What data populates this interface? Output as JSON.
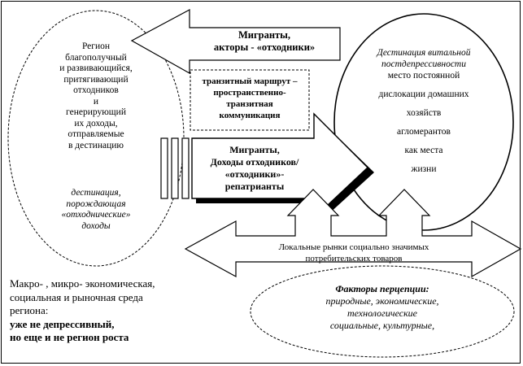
{
  "left_region": {
    "lines": [
      "Регион",
      "благополучный",
      "и развивающийся,",
      "притягивающий",
      "отходников",
      "и",
      "генерирующий",
      "их доходы,",
      "отправляемые",
      "в дестинацию"
    ],
    "italic_lines": [
      "дестинация,",
      "порождающая",
      "«отходнические»",
      "доходы"
    ]
  },
  "right_destination": {
    "italic_lines": [
      "Дестинация витальной",
      "постдепрессивности"
    ],
    "lines": [
      "место постоянной",
      "дислокации домашних",
      "хозяйств",
      "агломерантов",
      "как места",
      "жизни"
    ]
  },
  "top_arrow": {
    "lines": [
      "Мигранты,",
      "акторы - «отходники»"
    ]
  },
  "middle_box": {
    "lines": [
      "транзитный маршрут –",
      "пространственно-",
      "транзитная",
      "коммуникация"
    ]
  },
  "big_arrow": {
    "lines": [
      "Мигранты,",
      "Доходы отходников/",
      "«отходники»-",
      "репатрианты"
    ]
  },
  "markets_arrow": {
    "lines": [
      "Локальные рынки социально значимых",
      "потребительских товаров"
    ]
  },
  "bottom_left": {
    "lines": [
      "Макро- ,  микро-  экономическая,",
      "социальная и   рыночная среда",
      "региона:"
    ],
    "bold_lines": [
      "уже не депрессивный,",
      "но еще и не регион роста"
    ]
  },
  "perception": {
    "title": "Факторы перцепции:",
    "lines": [
      "природные, экономические,",
      "технологические",
      "социальные, культурные,"
    ]
  }
}
